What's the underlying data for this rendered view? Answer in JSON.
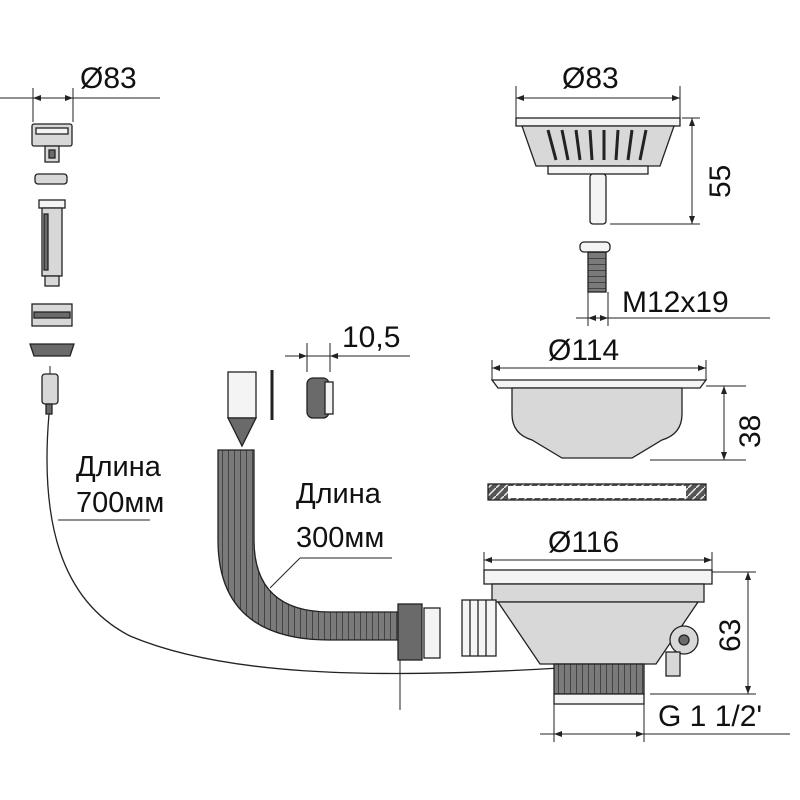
{
  "dimensions": {
    "overflow_diameter": "Ø83",
    "strainer_diameter": "Ø83",
    "strainer_height": "55",
    "screw_size": "M12x19",
    "plug_thickness": "10,5",
    "bowl_diameter": "Ø114",
    "bowl_height": "38",
    "body_diameter": "Ø116",
    "body_height": "63",
    "thread": "G 1 1/2'"
  },
  "labels": {
    "cable_length_line1": "Длина",
    "cable_length_line2": "700мм",
    "hose_length_line1": "Длина",
    "hose_length_line2": "300мм"
  }
}
